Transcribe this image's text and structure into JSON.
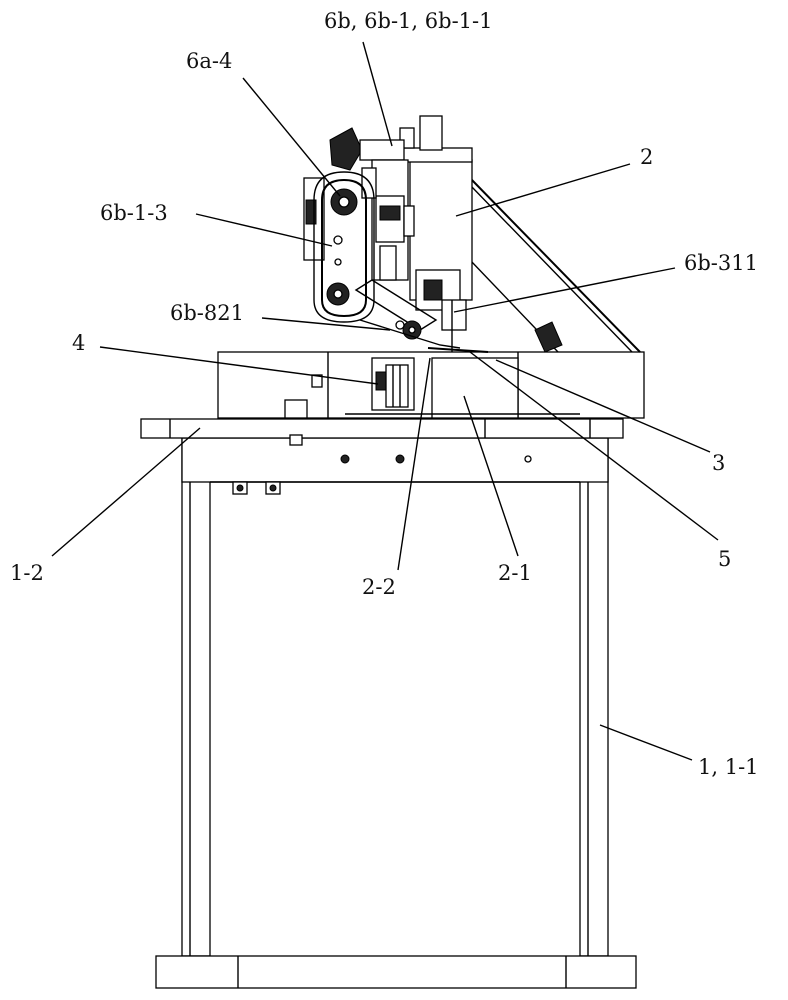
{
  "labels": {
    "l_6b_group": "6b, 6b-1, 6b-1-1",
    "l_6a_4": "6a-4",
    "l_2": "2",
    "l_6b_1_3": "6b-1-3",
    "l_6b_311": "6b-311",
    "l_6b_821": "6b-821",
    "l_4": "4",
    "l_3": "3",
    "l_1_2": "1-2",
    "l_2_2": "2-2",
    "l_2_1": "2-1",
    "l_5": "5",
    "l_1_1_1": "1, 1-1"
  }
}
